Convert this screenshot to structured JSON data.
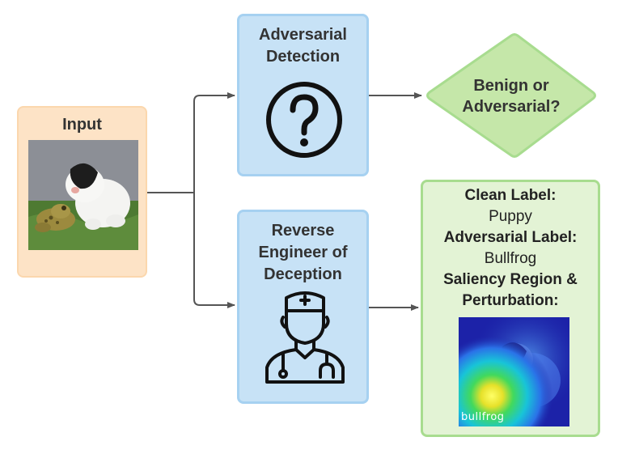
{
  "input": {
    "title": "Input",
    "image_subject": "puppy-with-bullfrog"
  },
  "detection": {
    "title_line1": "Adversarial",
    "title_line2": "Detection",
    "icon": "question-mark-icon"
  },
  "decision": {
    "line1": "Benign or",
    "line2": "Adversarial?"
  },
  "reverse": {
    "title_line1": "Reverse",
    "title_line2": "Engineer of",
    "title_line3": "Deception",
    "icon": "doctor-icon"
  },
  "result": {
    "clean_label_heading": "Clean Label:",
    "clean_label_value": "Puppy",
    "adv_label_heading": "Adversarial Label:",
    "adv_label_value": "Bullfrog",
    "saliency_heading_line1": "Saliency Region &",
    "saliency_heading_line2": "Perturbation:",
    "heatmap_caption": "bullfrog"
  },
  "colors": {
    "input_fill": "#fde3c6",
    "process_fill": "#c7e2f6",
    "process_border": "#a6d1f1",
    "output_fill": "#e3f3d5",
    "output_border": "#a8dc8f",
    "connector": "#555555"
  }
}
